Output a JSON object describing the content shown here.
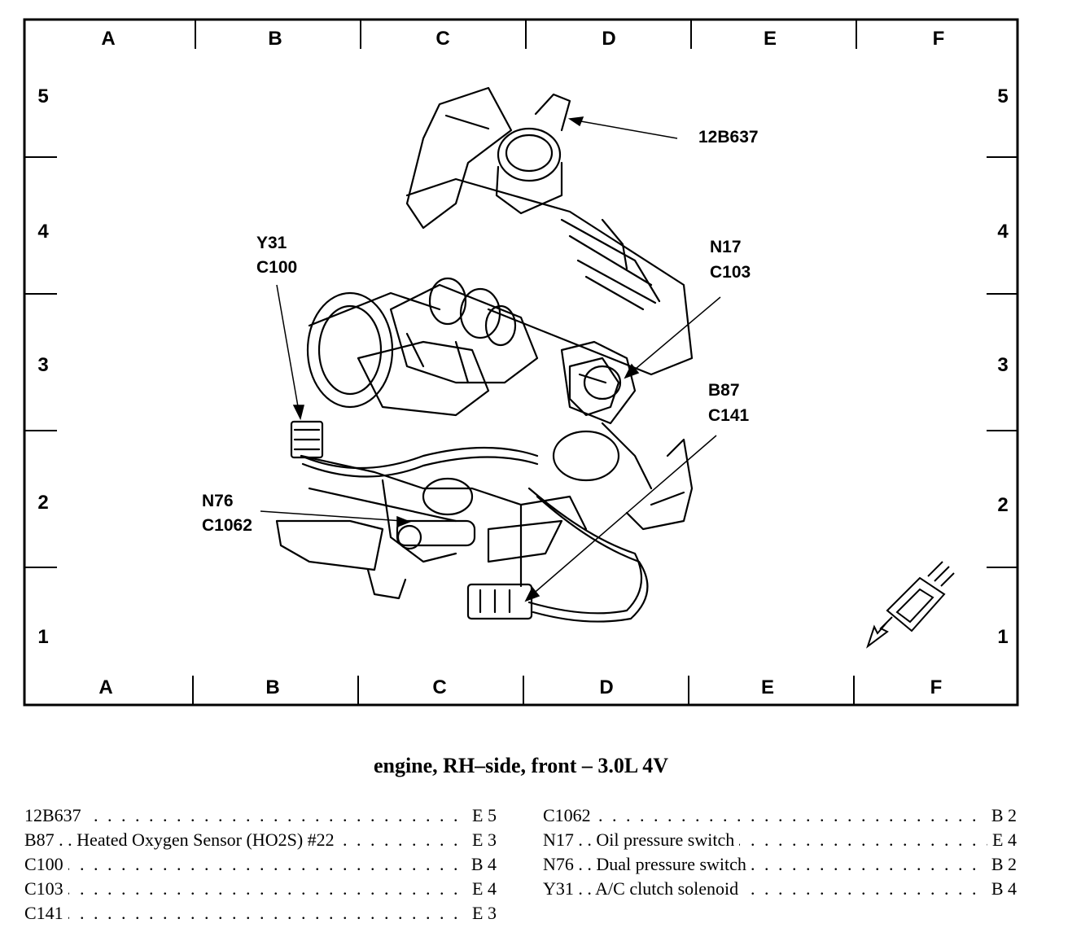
{
  "grid": {
    "columns": [
      "A",
      "B",
      "C",
      "D",
      "E",
      "F"
    ],
    "rows": [
      "5",
      "4",
      "3",
      "2",
      "1"
    ]
  },
  "callouts": {
    "c12b637": "12B637",
    "y31": "Y31",
    "c100": "C100",
    "n17": "N17",
    "c103": "C103",
    "b87": "B87",
    "c141": "C141",
    "n76": "N76",
    "c1062": "C1062"
  },
  "caption": "engine, RH–side, front – 3.0L 4V",
  "index_left": [
    {
      "label": "12B637",
      "loc": "E 5"
    },
    {
      "label": "B87 . .  Heated Oxygen Sensor (HO2S) #22",
      "loc": "E 3"
    },
    {
      "label": "C100",
      "loc": "B 4"
    },
    {
      "label": "C103",
      "loc": "E 4"
    },
    {
      "label": "C141",
      "loc": "E 3"
    }
  ],
  "index_right": [
    {
      "label": "C1062",
      "loc": "B 2"
    },
    {
      "label": "N17 . .  Oil pressure switch",
      "loc": "E 4"
    },
    {
      "label": "N76 . .  Dual pressure switch",
      "loc": "B 2"
    },
    {
      "label": "Y31 . .  A/C clutch solenoid",
      "loc": "B 4"
    }
  ]
}
